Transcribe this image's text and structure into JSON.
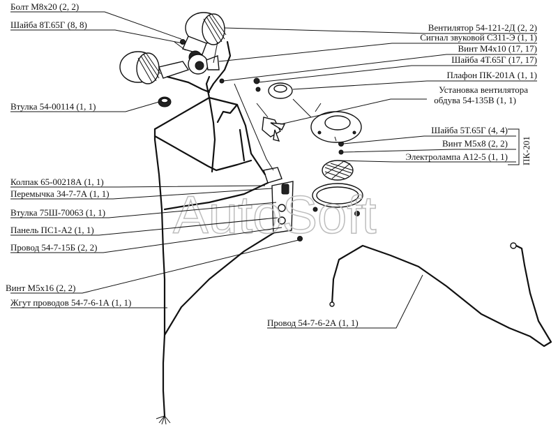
{
  "watermark": "AutoSoft",
  "group_label": "ПК-201",
  "labels": [
    {
      "id": "bolt",
      "text": "Болт М8х20 (2, 2)"
    },
    {
      "id": "washer8",
      "text": "Шайба 8Т.65Г (8, 8)"
    },
    {
      "id": "fan",
      "text": "Вентилятор 54-121-2Д (2, 2)"
    },
    {
      "id": "signal",
      "text": "Сигнал звуковой С311-Э (1, 1)"
    },
    {
      "id": "screw4",
      "text": "Винт М4х10 (17, 17)"
    },
    {
      "id": "washer4",
      "text": "Шайба 4Т.65Г (17, 17)"
    },
    {
      "id": "plafon",
      "text": "Плафон ПК-201А (1, 1)"
    },
    {
      "id": "fanunit1",
      "text": "Установка вентилятора"
    },
    {
      "id": "fanunit2",
      "text": "обдува 54-135В (1, 1)"
    },
    {
      "id": "bush1",
      "text": "Втулка 54-00114 (1, 1)"
    },
    {
      "id": "washer5",
      "text": "Шайба 5Т.65Г (4, 4)"
    },
    {
      "id": "screw5x8",
      "text": "Винт М5х8 (2, 2)"
    },
    {
      "id": "lamp",
      "text": "Электролампа А12-5 (1, 1)"
    },
    {
      "id": "cap",
      "text": "Колпак 65-00218А (1, 1)"
    },
    {
      "id": "jumper",
      "text": "Перемычка 34-7-7А (1, 1)"
    },
    {
      "id": "bush2",
      "text": "Втулка 75Ш-70063 (1, 1)"
    },
    {
      "id": "panel",
      "text": "Панель ПС1-А2 (1, 1)"
    },
    {
      "id": "wire15",
      "text": "Провод 54-7-15Б (2, 2)"
    },
    {
      "id": "screw5x16",
      "text": "Винт М5х16 (2, 2)"
    },
    {
      "id": "harness",
      "text": "Жгут проводов 54-7-6-1А (1, 1)"
    },
    {
      "id": "wire62",
      "text": "Провод 54-7-6-2А (1, 1)"
    }
  ]
}
